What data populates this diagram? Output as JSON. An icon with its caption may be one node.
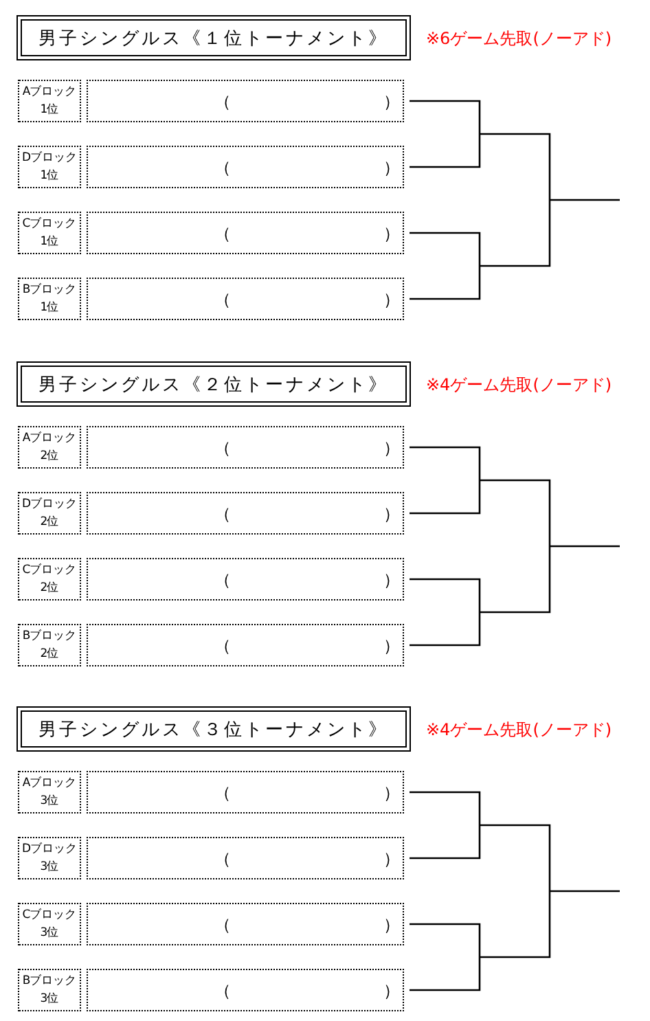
{
  "diagram": {
    "nodes": [
      {
        "text": [
          "男子シングルス《１位トーナメント》"
        ],
        "beside": [
          "※6ゲーム先取(ノーアド)"
        ]
      },
      {
        "text": [
          "Aブロック",
          "1位"
        ]
      },
      {
        "text": [
          "（",
          "）"
        ]
      },
      {
        "text": [
          "Dブロック",
          "1位"
        ]
      },
      {
        "text": [
          "（",
          "）"
        ]
      },
      {
        "text": [
          "Cブロック",
          "1位"
        ]
      },
      {
        "text": [
          "（",
          "）"
        ]
      },
      {
        "text": [
          "Bブロック",
          "1位"
        ]
      },
      {
        "text": [
          "（",
          "）"
        ]
      },
      {
        "text": [
          "男子シングルス《２位トーナメント》"
        ],
        "beside": [
          "※4ゲーム先取(ノーアド)"
        ]
      },
      {
        "text": [
          "Aブロック",
          "2位"
        ]
      },
      {
        "text": [
          "（",
          "）"
        ]
      },
      {
        "text": [
          "Dブロック",
          "2位"
        ]
      },
      {
        "text": [
          "（",
          "）"
        ]
      },
      {
        "text": [
          "Cブロック",
          "2位"
        ]
      },
      {
        "text": [
          "（",
          "）"
        ]
      },
      {
        "text": [
          "Bブロック",
          "2位"
        ]
      },
      {
        "text": [
          "（",
          "）"
        ]
      },
      {
        "text": [
          "男子シングルス《３位トーナメント》"
        ],
        "beside": [
          "※4ゲーム先取(ノーアド)"
        ]
      },
      {
        "text": [
          "Aブロック",
          "3位"
        ]
      },
      {
        "text": [
          "（",
          "）"
        ]
      },
      {
        "text": [
          "Dブロック",
          "3位"
        ]
      },
      {
        "text": [
          "（",
          "）"
        ]
      },
      {
        "text": [
          "Cブロック",
          "3位"
        ]
      },
      {
        "text": [
          "（",
          "）"
        ]
      },
      {
        "text": [
          "Bブロック",
          "3位"
        ]
      },
      {
        "text": [
          "（",
          "）"
        ]
      }
    ],
    "edges": [
      {
        "from": 2,
        "to": 4,
        "arrow": "none"
      },
      {
        "from": 6,
        "to": 8,
        "arrow": "none"
      },
      {
        "from": 11,
        "to": 13,
        "arrow": "none"
      },
      {
        "from": 15,
        "to": 17,
        "arrow": "none"
      },
      {
        "from": 20,
        "to": 22,
        "arrow": "none"
      },
      {
        "from": 24,
        "to": 26,
        "arrow": "none"
      }
    ]
  }
}
